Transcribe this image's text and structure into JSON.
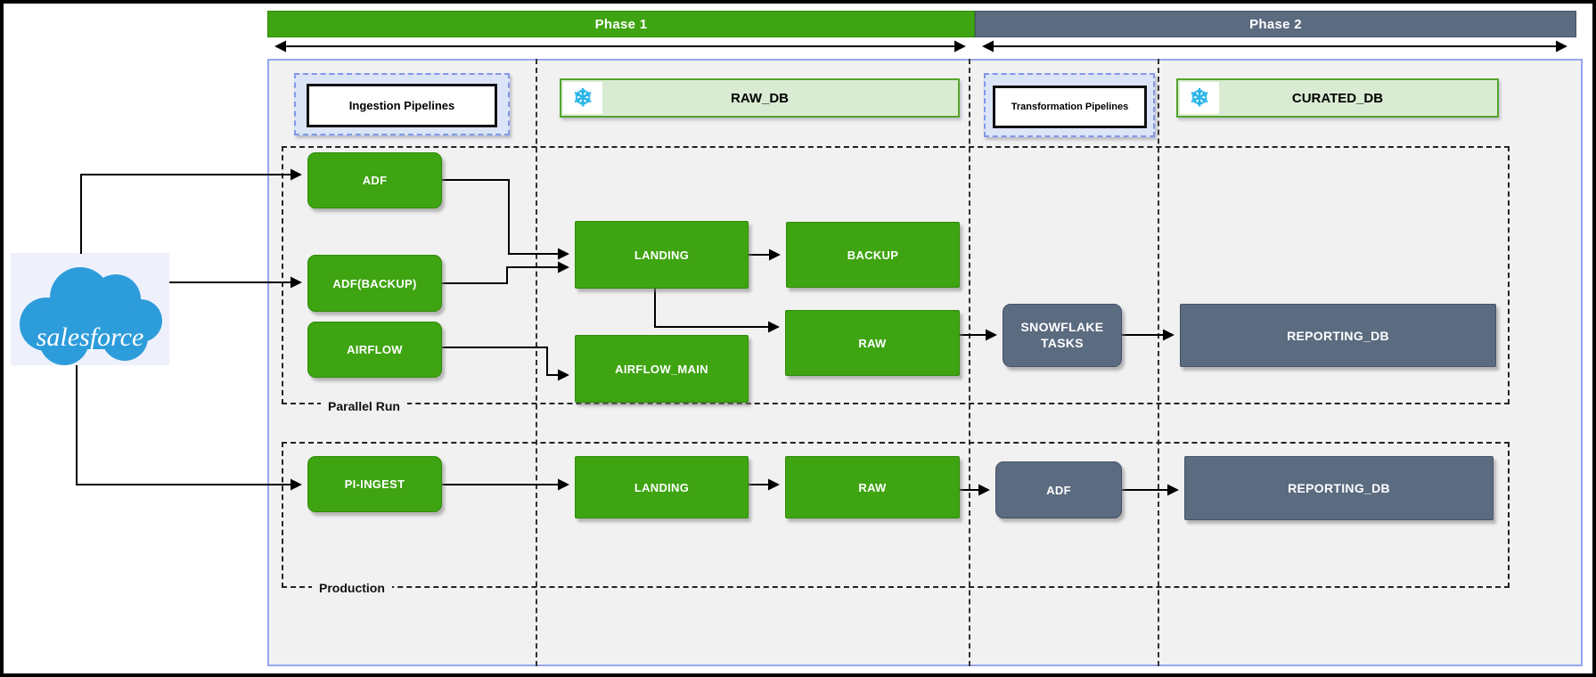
{
  "phases": {
    "phase1": "Phase 1",
    "phase2": "Phase 2"
  },
  "source": {
    "label": "salesforce"
  },
  "columns": {
    "ingestion": "Ingestion Pipelines",
    "raw_db": "RAW_DB",
    "transformation": "Transformation Pipelines",
    "curated_db": "CURATED_DB"
  },
  "regions": {
    "parallel_run": "Parallel Run",
    "production": "Production"
  },
  "nodes": {
    "adf": "ADF",
    "adf_backup": "ADF(BACKUP)",
    "airflow": "AIRFLOW",
    "landing_parallel": "LANDING",
    "backup": "BACKUP",
    "airflow_main": "AIRFLOW_MAIN",
    "raw_parallel": "RAW",
    "snowflake_tasks": "SNOWFLAKE\nTASKS",
    "reporting_db_parallel": "REPORTING_DB",
    "pi_ingest": "PI-INGEST",
    "landing_prod": "LANDING",
    "raw_prod": "RAW",
    "adf_prod": "ADF",
    "reporting_db_prod": "REPORTING_DB"
  },
  "icons": {
    "snowflake": "❄"
  },
  "colors": {
    "green": "#3EA411",
    "green_dark": "#2F8C08",
    "slate": "#5B6B80",
    "slate_dark": "#46536A",
    "hdr_green_bg": "#D9ECD3",
    "hdr_green_border": "#55A42C",
    "lav_bg": "#DCE4F8",
    "lav_border": "#8098E8",
    "container_border": "#97A6EF",
    "container_bg": "#F1F1F2",
    "sf_blue": "#2D9CDB",
    "snow_blue": "#29B5E8"
  }
}
